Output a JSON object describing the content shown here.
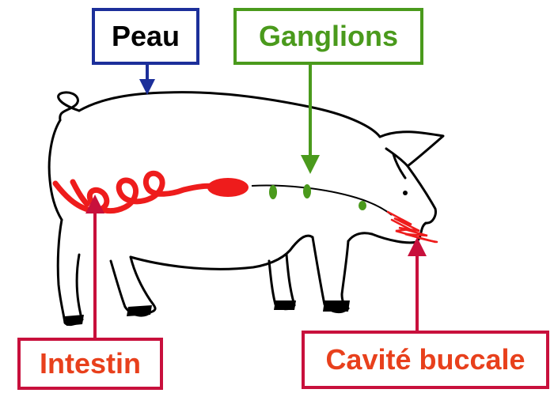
{
  "labels": {
    "skin": "Peau",
    "lymph_nodes": "Ganglions",
    "intestine": "Intestin",
    "oral_cavity": "Cavité buccale"
  },
  "colors": {
    "skin": "#1c2f9a",
    "lymph_nodes": "#4a9a1c",
    "intestine_box": "#c8103c",
    "intestine_text": "#e8401c",
    "digestive_tract": "#ee1c1c",
    "outline": "#000000"
  }
}
